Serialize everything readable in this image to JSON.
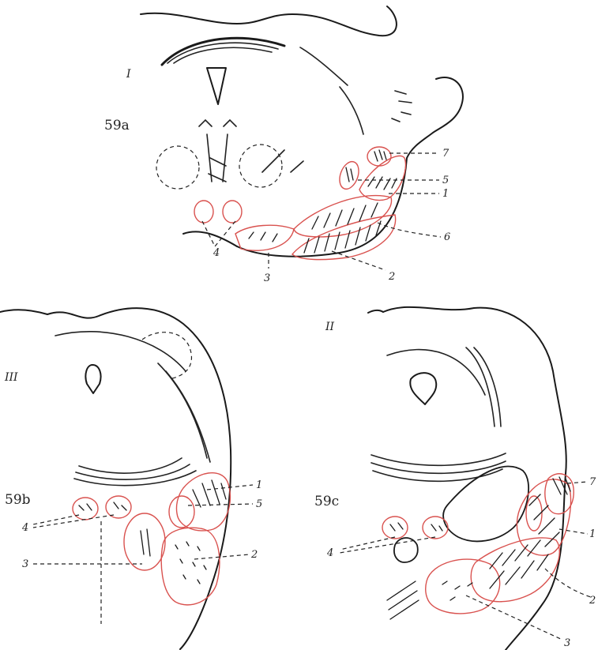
{
  "colors": {
    "ink": "#1a1a1a",
    "highlight": "#d9524f"
  },
  "figures": {
    "a": {
      "panel": "59a",
      "section": "I",
      "labels": {
        "l7": "7",
        "l5": "5",
        "l1": "1",
        "l6": "6",
        "l2": "2",
        "l3": "3",
        "l4": "4"
      }
    },
    "b": {
      "panel": "59b",
      "section": "III",
      "labels": {
        "l1": "1",
        "l5": "5",
        "l4": "4",
        "l3": "3",
        "l2": "2"
      }
    },
    "c": {
      "panel": "59c",
      "section": "II",
      "labels": {
        "l7": "7",
        "l1": "1",
        "l4": "4",
        "l2": "2",
        "l3": "3"
      }
    }
  }
}
